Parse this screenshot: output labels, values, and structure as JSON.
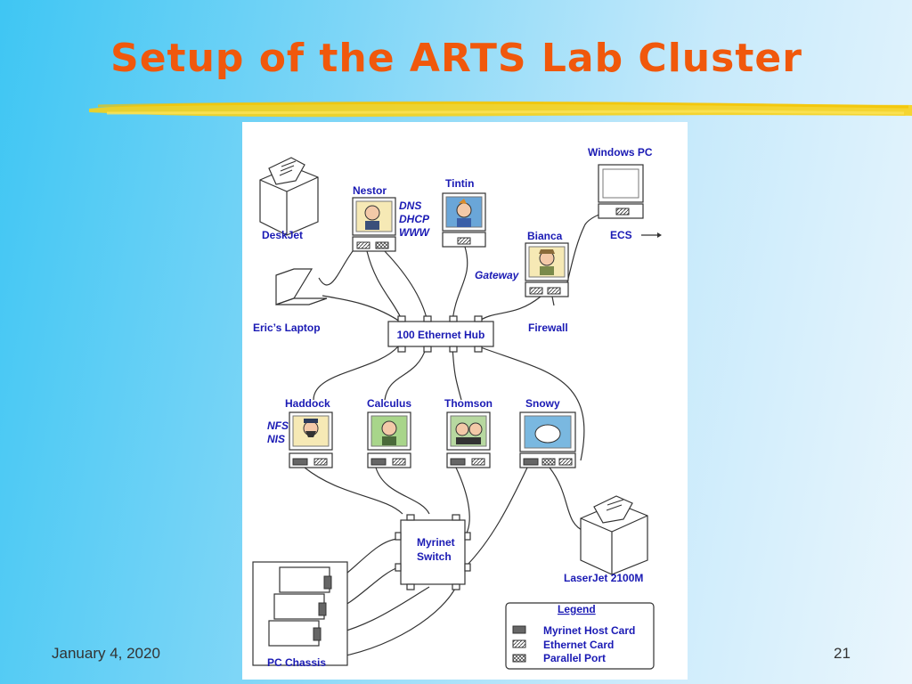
{
  "slide": {
    "title": "Setup of the ARTS Lab Cluster",
    "date": "January 4, 2020",
    "page_number": "21"
  },
  "colors": {
    "title": "#f0580c",
    "label": "#1a1ab4",
    "brush": "#f7d21a",
    "monitor_screen": "#f6e9b5"
  },
  "diagram": {
    "nodes": {
      "nestor": "Nestor",
      "tintin": "Tintin",
      "bianca": "Bianca",
      "windows_pc": "Windows PC",
      "deskjet": "DeskJet",
      "erics_laptop": "Eric’s Laptop",
      "firewall": "Firewall",
      "ethernet_hub": "100 Ethernet Hub",
      "haddock": "Haddock",
      "calculus": "Calculus",
      "thomson": "Thomson",
      "snowy": "Snowy",
      "myrinet_switch_line1": "Myrinet",
      "myrinet_switch_line2": "Switch",
      "laserjet": "LaserJet 2100M",
      "pc_chassis": "PC Chassis",
      "ecs": "ECS"
    },
    "services": {
      "nestor": [
        "DNS",
        "DHCP",
        "WWW"
      ],
      "bianca": "Gateway",
      "haddock": [
        "NFS",
        "NIS"
      ]
    },
    "legend": {
      "title": "Legend",
      "items": [
        "Myrinet Host Card",
        "Ethernet Card",
        "Parallel Port"
      ]
    }
  }
}
